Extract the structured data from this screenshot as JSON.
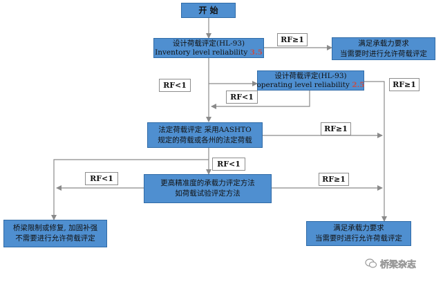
{
  "nodes": {
    "start": {
      "lines": [
        "开  始"
      ]
    },
    "design_inventory": {
      "lines": [
        "设计荷载评定(HL-93)",
        "Inventory level reliability "
      ],
      "reliability": "3.5"
    },
    "design_operating": {
      "lines": [
        "设计荷载评定(HL-93)",
        "operating level reliability "
      ],
      "reliability": "2.5"
    },
    "satisfied_top": {
      "lines": [
        "满足承载力要求",
        "当需要时进行允许荷载评定"
      ]
    },
    "legal": {
      "lines": [
        "法定荷载评定  采用AASHTO",
        "规定的荷载或各州的法定荷载"
      ]
    },
    "refined": {
      "lines": [
        "更高精准度的承载力评定方法",
        "如荷载试验评定方法"
      ]
    },
    "restrict": {
      "lines": [
        "桥梁限制或修复, 加固补强",
        "不需要进行允许荷载评定"
      ]
    },
    "satisfied_bottom": {
      "lines": [
        "满足承载力要求",
        "当需要时进行允许荷载评定"
      ]
    }
  },
  "labels": {
    "rf_ge_1_top": "RF≥1",
    "rf_lt_1_a": "RF<1",
    "rf_lt_1_b": "RF<1",
    "rf_ge_1_right": "RF≥1",
    "rf_ge_1_legal": "RF≥1",
    "rf_lt_1_c": "RF<1",
    "rf_lt_1_d": "RF<1",
    "rf_ge_1_refined": "RF≥1"
  },
  "watermark": {
    "text": "桥梁杂志"
  },
  "colors": {
    "box_fill": "#4f8fd0",
    "reliability_text": "#c0504d",
    "line": "#8a8a8a"
  }
}
